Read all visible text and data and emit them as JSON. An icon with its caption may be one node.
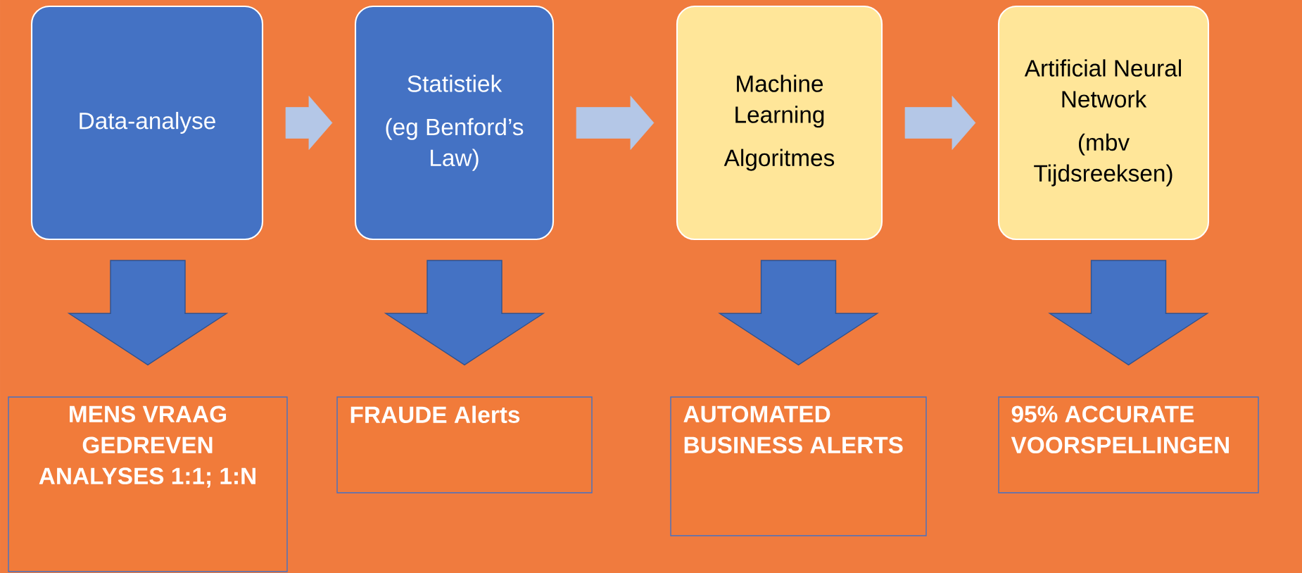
{
  "diagram": {
    "nodes": [
      {
        "text": [
          "Data-analyse"
        ]
      },
      {
        "text": [
          "Statistiek",
          "(eg Benford’s Law)"
        ]
      },
      {
        "text": [
          "Machine Learning",
          "Algoritmes"
        ]
      },
      {
        "text": [
          "Artificial Neural Network",
          "(mbv Tijdsreeksen)"
        ]
      },
      {
        "text": [
          "MENS VRAAG GEDREVEN ANALYSES 1:1; 1:N"
        ]
      },
      {
        "text": [
          "FRAUDE Alerts"
        ]
      },
      {
        "text": [
          "AUTOMATED BUSINESS ALERTS"
        ]
      },
      {
        "text": [
          "95% ACCURATE VOORSPELLINGEN"
        ]
      }
    ],
    "edges": [
      {
        "from": 0,
        "to": 1,
        "arrow": "to",
        "color": "#b4c7e7"
      },
      {
        "from": 1,
        "to": 2,
        "arrow": "to",
        "color": "#b4c7e7"
      },
      {
        "from": 2,
        "to": 3,
        "arrow": "to",
        "color": "#b4c7e7"
      },
      {
        "from": 0,
        "to": 4,
        "arrow": "to"
      },
      {
        "from": 1,
        "to": 5,
        "arrow": "to"
      },
      {
        "from": 2,
        "to": 6,
        "arrow": "to"
      },
      {
        "from": 3,
        "to": 7,
        "arrow": "to"
      }
    ]
  }
}
